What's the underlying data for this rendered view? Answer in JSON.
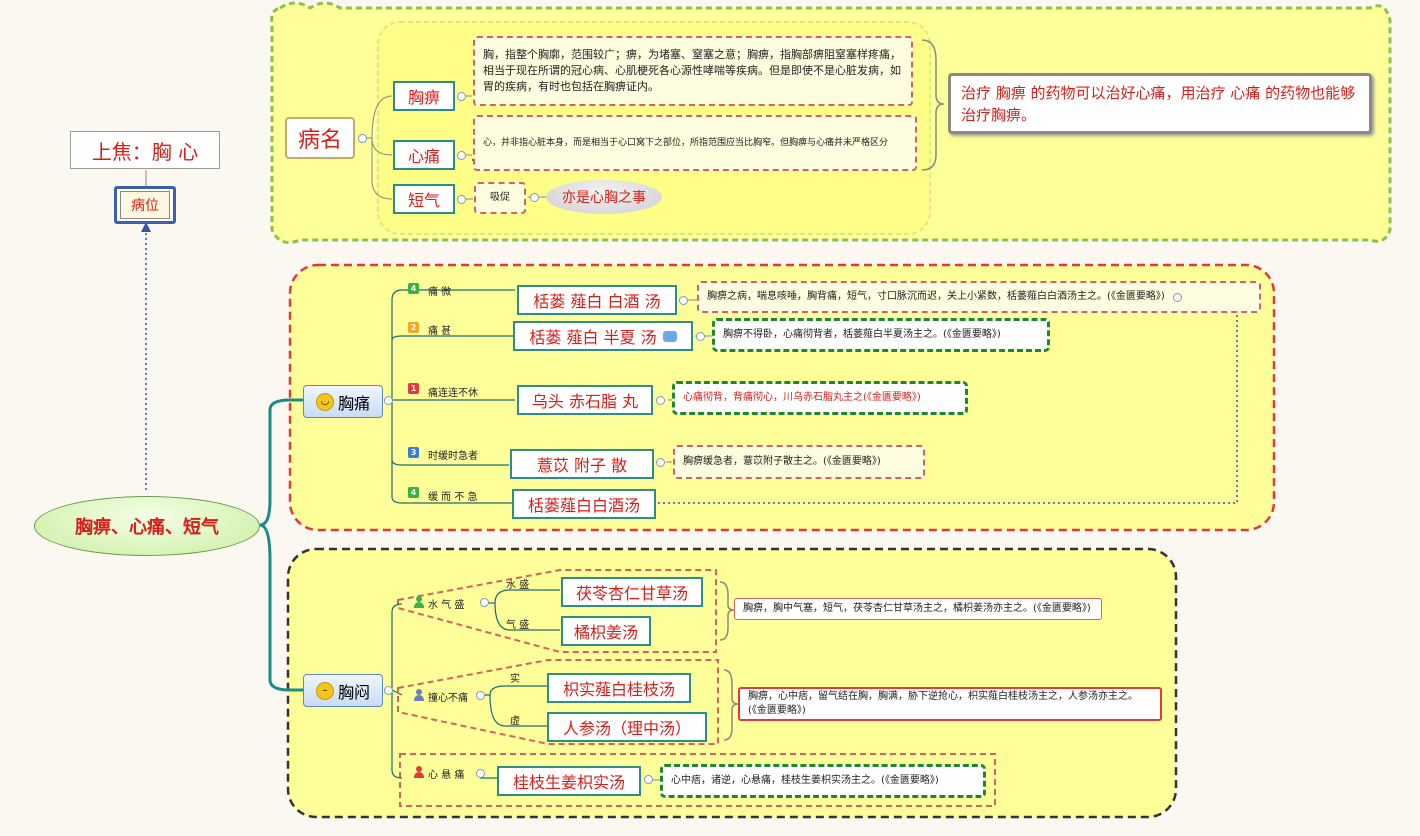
{
  "title_section": {
    "upper_jiao": "上焦：胸  心",
    "location": "病位"
  },
  "root": {
    "label": "胸痹、心痛、短气"
  },
  "disease_names": {
    "label": "病名",
    "items": [
      {
        "label": "胸痹",
        "note": "胸，指整个胸廓，范围较广；痹，为堵塞、窒塞之意；胸痹，指胸部痹阻窒塞样疼痛，相当于现在所谓的冠心病、心肌梗死各心源性哮喘等疾病。但是即使不是心脏发病，如胃的疾病，有时也包括在胸痹证内。"
      },
      {
        "label": "心痛",
        "note": "心，并非指心脏本身，而是相当于心口窝下之部位，所指范围应当比胸窄。但胸痹与心痛并未严格区分"
      },
      {
        "label": "短气",
        "note": "吸促",
        "extra": "亦是心胸之事"
      }
    ],
    "summary": "治疗 胸痹 的药物可以治好心痛，用治疗 心痛 的药物也能够治疗胸痹。"
  },
  "chest_pain": {
    "label": "胸痛",
    "items": [
      {
        "priority": "4",
        "condition": "痛        微",
        "formula": "栝蒌 薤白 白酒 汤",
        "note": "胸痹之病，喘息咳唾，胸背痛，短气，寸口脉沉而迟，关上小紧数，栝蒌薤白白酒汤主之。(《金匮要略》)"
      },
      {
        "priority": "2",
        "condition": "痛        甚",
        "formula": "栝蒌 薤白 半夏 汤",
        "note": "胸痹不得卧，心痛彻背者，栝蒌薤白半夏汤主之。(《金匮要略》)"
      },
      {
        "priority": "1",
        "condition": "痛连连不休",
        "formula": "乌头 赤石脂 丸",
        "note": "心痛彻背，背痛彻心，川乌赤石脂丸主之(《金匮要略》)"
      },
      {
        "priority": "3",
        "condition": "时缓时急者",
        "formula": "薏苡  附子    散",
        "note": "胸痹缓急者，薏苡附子散主之。(《金匮要略》)"
      },
      {
        "priority": "4",
        "condition": "缓 而 不 急",
        "formula": "栝蒌薤白白酒汤"
      }
    ]
  },
  "chest_tightness": {
    "label": "胸闷",
    "groups": [
      {
        "label": "水 气 盛",
        "subs": [
          {
            "condition": "水  盛",
            "formula": "茯苓杏仁甘草汤"
          },
          {
            "condition": "气  盛",
            "formula": "橘枳姜汤"
          }
        ],
        "note": "胸痹，胸中气塞，短气，茯苓杏仁甘草汤主之，橘枳姜汤亦主之。(《金匮要略》)"
      },
      {
        "label": "撞心不痛",
        "subs": [
          {
            "condition": "实",
            "formula": "枳实薤白桂枝汤"
          },
          {
            "condition": "虚",
            "formula": "人参汤（理中汤）"
          }
        ],
        "note": "胸痹，心中痞，留气结在胸，胸满，胁下逆抢心，枳实薤白桂枝汤主之，人参汤亦主之。(《金匮要略》)"
      },
      {
        "label": "心 悬 痛",
        "subs": [
          {
            "condition": "",
            "formula": "桂枝生姜枳实汤"
          }
        ],
        "note": "心中痞，诸逆，心悬痛，桂枝生姜枳实汤主之。(《金匮要略》)"
      }
    ]
  },
  "colors": {
    "yellow_fill": "#ffff99",
    "green_border": "#8bc34a",
    "red_border": "#e53935",
    "black_border": "#333333",
    "teal_line": "#1a8c86",
    "text_red": "#d91e18"
  }
}
